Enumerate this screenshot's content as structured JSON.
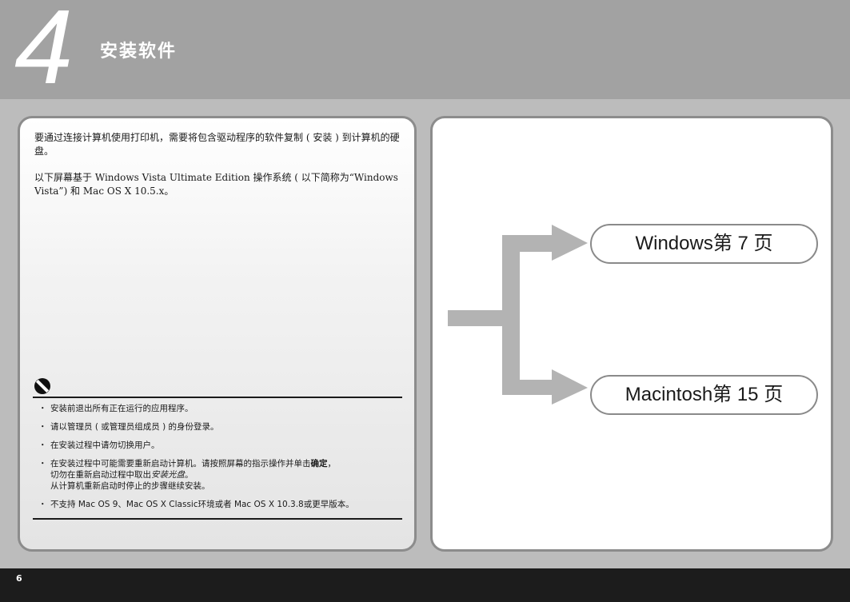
{
  "header": {
    "step_number": "4",
    "title": "安装软件"
  },
  "intro": {
    "paragraph1": "要通过连接计算机使用打印机，需要将包含驱动程序的软件复制 ( 安装 ) 到计算机的硬盘。",
    "paragraph2": "以下屏幕基于 Windows Vista Ultimate Edition 操作系统 ( 以下简称为“Windows Vista”) 和 Mac OS X 10.5.x。"
  },
  "notes": {
    "icon": "caution-icon",
    "items": [
      "安装前退出所有正在运行的应用程序。",
      "请以管理员 ( 或管理员组成员 ) 的身份登录。",
      "在安装过程中请勿切换用户。",
      {
        "line1_before": "在安装过程中可能需要重新启动计算机。请按照屏幕的指示操作并单击",
        "line1_bold": "确定",
        "line1_after": "，",
        "line2_before": "切勿在重新启动过程中取出",
        "line2_italic": "安装光盘",
        "line2_after": "。",
        "line3": "从计算机重新启动时停止的步骤继续安装。"
      },
      "不支持 Mac OS 9、Mac OS X Classic环境或者 Mac OS X 10.3.8或更早版本。"
    ]
  },
  "navigation": {
    "windows_label": "Windows第 7 页",
    "mac_label": "Macintosh第 15 页"
  },
  "footer": {
    "page_number": "6"
  },
  "colors": {
    "header_bg": "#a2a2a2",
    "page_bg": "#bcbcbc",
    "arrow": "#b3b3b3",
    "border": "#8c8c8c",
    "footer_bg": "#1c1c1c"
  }
}
